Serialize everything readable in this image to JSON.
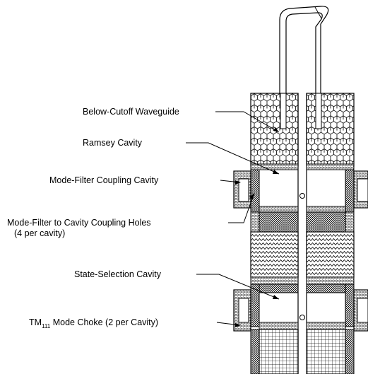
{
  "labels": {
    "below_cutoff": "Below-Cutoff Waveguide",
    "ramsey": "Ramsey Cavity",
    "mode_filter_cavity": "Mode-Filter Coupling Cavity",
    "coupling_holes": "Mode-Filter to Cavity Coupling Holes",
    "coupling_holes_note": "(4 per cavity)",
    "state_selection": "State-Selection Cavity",
    "mode_choke_prefix": "TM",
    "mode_choke_sub": "111",
    "mode_choke_suffix": " Mode Choke (2 per Cavity)"
  }
}
